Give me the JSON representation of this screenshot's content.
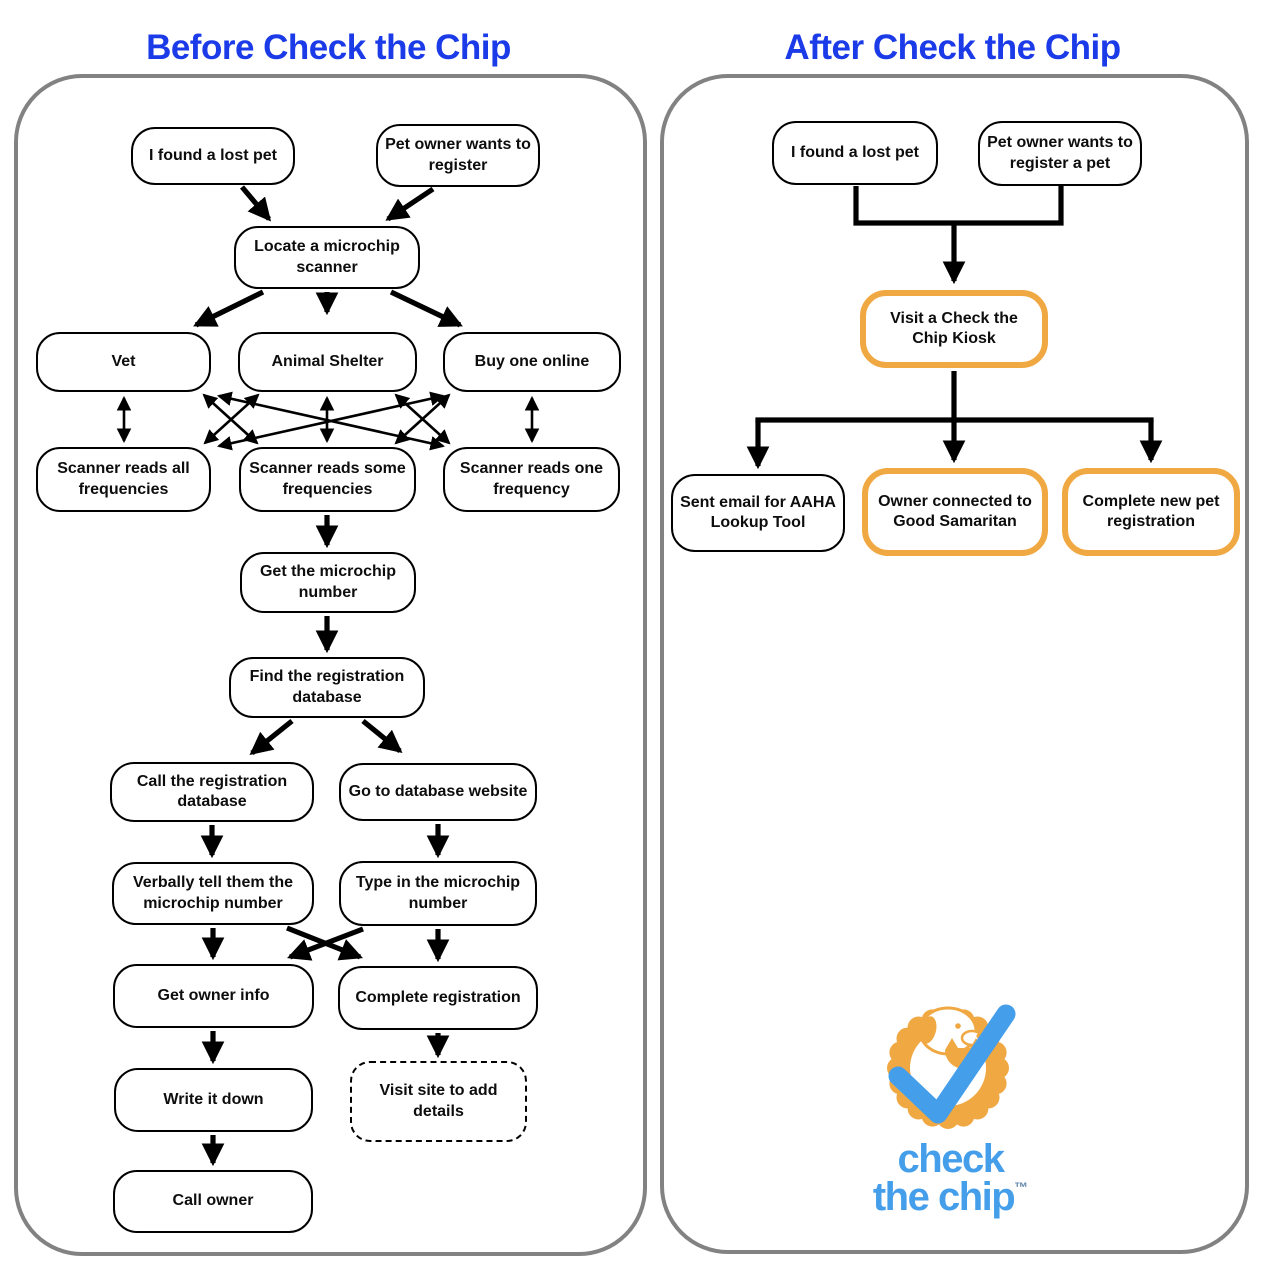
{
  "titles": {
    "before": "Before Check the Chip",
    "after": "After Check the Chip"
  },
  "before": {
    "found_pet": "I found a lost pet",
    "owner_register": "Pet owner wants to register",
    "locate_scanner": "Locate a microchip scanner",
    "vet": "Vet",
    "animal_shelter": "Animal Shelter",
    "buy_online": "Buy one online",
    "reads_all": "Scanner reads all frequencies",
    "reads_some": "Scanner reads some frequencies",
    "reads_one": "Scanner reads one frequency",
    "get_number": "Get the microchip number",
    "find_database": "Find the registration database",
    "call_database": "Call the registration database",
    "go_website": "Go to database website",
    "verbally_tell": "Verbally tell them the microchip number",
    "type_number": "Type in the microchip number",
    "get_owner_info": "Get owner info",
    "complete_registration": "Complete registration",
    "write_down": "Write it down",
    "visit_site": "Visit site to add details",
    "call_owner": "Call owner"
  },
  "after": {
    "found_pet": "I found a lost pet",
    "owner_register": "Pet owner wants to register a pet",
    "visit_kiosk": "Visit a Check the Chip Kiosk",
    "aaha_email": "Sent email for AAHA Lookup Tool",
    "good_samaritan": "Owner connected to Good Samaritan",
    "new_pet_registration": "Complete new pet registration"
  },
  "logo": {
    "line1": "check",
    "line2": "the chip",
    "trademark": "™"
  },
  "colors": {
    "title_blue": "#1b3ae8",
    "logo_blue": "#459eea",
    "highlight_orange": "#f0a843",
    "panel_border_gray": "#828282",
    "arrow_black": "#000000"
  }
}
